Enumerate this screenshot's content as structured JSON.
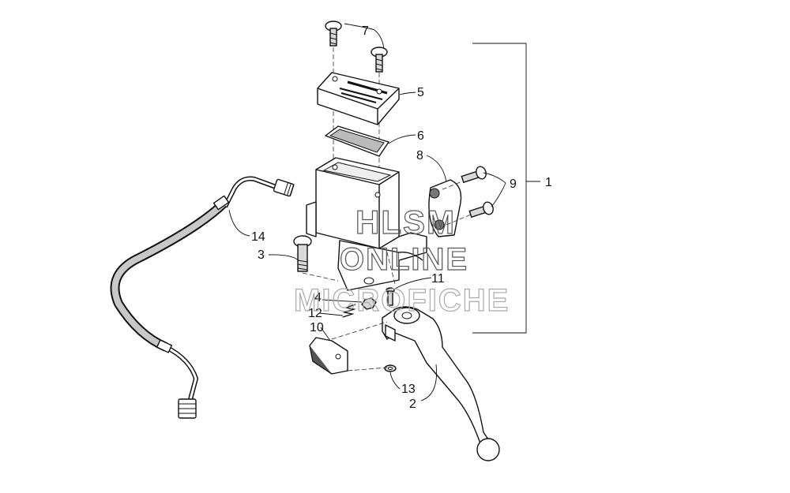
{
  "diagram": {
    "callouts": [
      {
        "id": "1",
        "label": "1"
      },
      {
        "id": "2",
        "label": "2"
      },
      {
        "id": "3",
        "label": "3"
      },
      {
        "id": "4",
        "label": "4"
      },
      {
        "id": "5",
        "label": "5"
      },
      {
        "id": "6",
        "label": "6"
      },
      {
        "id": "7",
        "label": "7"
      },
      {
        "id": "8",
        "label": "8"
      },
      {
        "id": "9",
        "label": "9"
      },
      {
        "id": "10",
        "label": "10"
      },
      {
        "id": "11",
        "label": "11"
      },
      {
        "id": "12",
        "label": "12"
      },
      {
        "id": "13",
        "label": "13"
      },
      {
        "id": "14",
        "label": "14"
      }
    ],
    "watermark": {
      "line1": "HLSM",
      "line2": "ONLINE",
      "line3": "MICROFICHE"
    }
  }
}
